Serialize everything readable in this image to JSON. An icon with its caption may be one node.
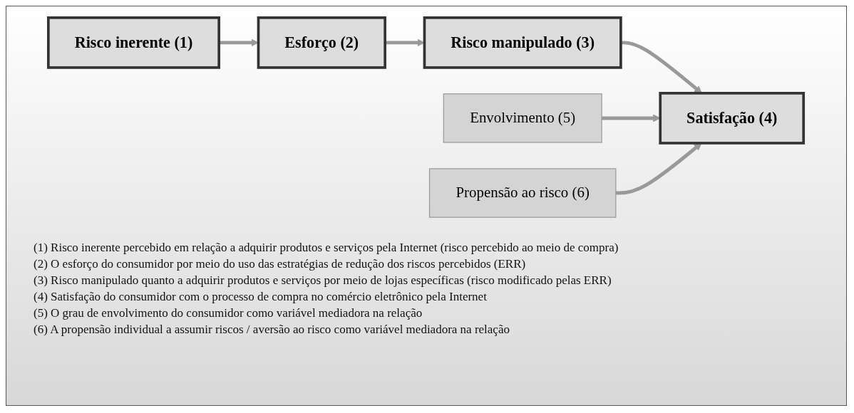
{
  "diagram": {
    "nodes": [
      {
        "text": [
          "Risco inerente (1)"
        ]
      },
      {
        "text": [
          "Esforço (2)"
        ]
      },
      {
        "text": [
          "Risco manipulado (3)"
        ]
      },
      {
        "text": [
          "Satisfação (4)"
        ]
      },
      {
        "text": [
          "Envolvimento (5)"
        ]
      },
      {
        "text": [
          "Propensão ao risco (6)"
        ]
      }
    ],
    "edges": [
      {
        "from": 0,
        "to": 1,
        "arrow": "to"
      },
      {
        "from": 1,
        "to": 2,
        "arrow": "to"
      },
      {
        "from": 2,
        "to": 3,
        "arrow": "to"
      },
      {
        "from": 4,
        "to": 3,
        "arrow": "to"
      },
      {
        "from": 5,
        "to": 3,
        "arrow": "to"
      }
    ],
    "labels": [
      "(1) Risco inerente percebido em relação a adquirir produtos e serviços pela Internet (risco percebido ao meio de compra)",
      "(2) O esforço do consumidor por meio do uso das estratégias de redução dos riscos percebidos (ERR)",
      "(3) Risco manipulado quanto a adquirir produtos e serviços por meio de lojas específicas (risco modificado pelas ERR)",
      "(4) Satisfação do consumidor com o processo de compra no comércio eletrônico pela Internet",
      "(5) O grau de envolvimento do consumidor como variável mediadora na relação",
      "(6) A propensão individual a assumir riscos / aversão ao risco como variável mediadora na relação"
    ]
  }
}
